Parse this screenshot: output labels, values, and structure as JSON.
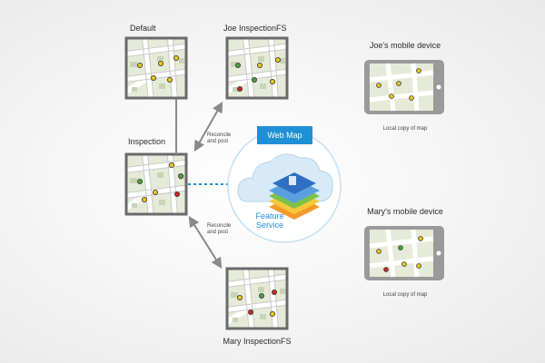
{
  "labels": {
    "default_map": "Default",
    "joe_inspection": "Joe InspectionFS",
    "inspection": "Inspection",
    "mary_inspection": "Mary InspectionFS",
    "joe_device": "Joe's mobile device",
    "mary_device": "Mary's mobile device",
    "local_copy_joe": "Local copy of map",
    "local_copy_mary": "Local copy of map",
    "web_map": "Web Map",
    "feature_service_line1": "Feature",
    "feature_service_line2": "Service",
    "reconcile_top_line1": "Reconcile",
    "reconcile_top_line2": "and post",
    "reconcile_bottom_line1": "Reconcile",
    "reconcile_bottom_line2": "and post"
  },
  "colors": {
    "map_border": "#6a6a6a",
    "map_bg": "#e6ebd9",
    "road": "#c9c9c9",
    "point_yellow": "#e8c820",
    "point_green": "#49a33b",
    "point_red": "#c8262a",
    "web_map_blue": "#1f8fd6",
    "cloud": "#d8eaf7",
    "connector_dotted": "#1f8fd6",
    "arrow_gray": "#8a8a8a",
    "tablet_gray": "#9a9a9a"
  },
  "icons": [
    "cloud-icon",
    "layer-stack-icon",
    "tablet-icon"
  ]
}
